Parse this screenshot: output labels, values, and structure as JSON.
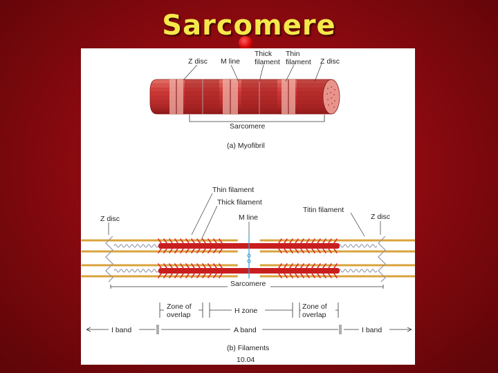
{
  "slide": {
    "title": "Sarcomere"
  },
  "myofibril": {
    "labels": {
      "z_disc_left": "Z disc",
      "m_line": "M line",
      "thick_filament_1": "Thick",
      "thick_filament_2": "filament",
      "thin_filament_1": "Thin",
      "thin_filament_2": "filament",
      "z_disc_right": "Z disc",
      "sarcomere": "Sarcomere"
    },
    "caption": "(a) Myofibril"
  },
  "filaments": {
    "labels": {
      "thin_filament": "Thin filament",
      "thick_filament": "Thick filament",
      "titin_filament": "Titin filament",
      "z_disc_left": "Z disc",
      "m_line": "M line",
      "z_disc_right": "Z disc",
      "sarcomere": "Sarcomere",
      "zone_overlap_left_1": "Zone of",
      "zone_overlap_left_2": "overlap",
      "h_zone": "H zone",
      "zone_overlap_right_1": "Zone of",
      "zone_overlap_right_2": "overlap",
      "i_band_left": "I band",
      "a_band": "A band",
      "i_band_right": "I band"
    },
    "caption": "(b) Filaments",
    "figure_number": "10.04"
  },
  "colors": {
    "background": "#8e0a10",
    "title": "#f5e94a",
    "muscle": "#cf3a38",
    "muscle_dark": "#9e1e1e",
    "muscle_light": "#f0a9a0",
    "actin": "#d9a23a",
    "thick": "#c81e1e",
    "titin": "#8a8fa0",
    "m_line": "#3a9ccf"
  }
}
